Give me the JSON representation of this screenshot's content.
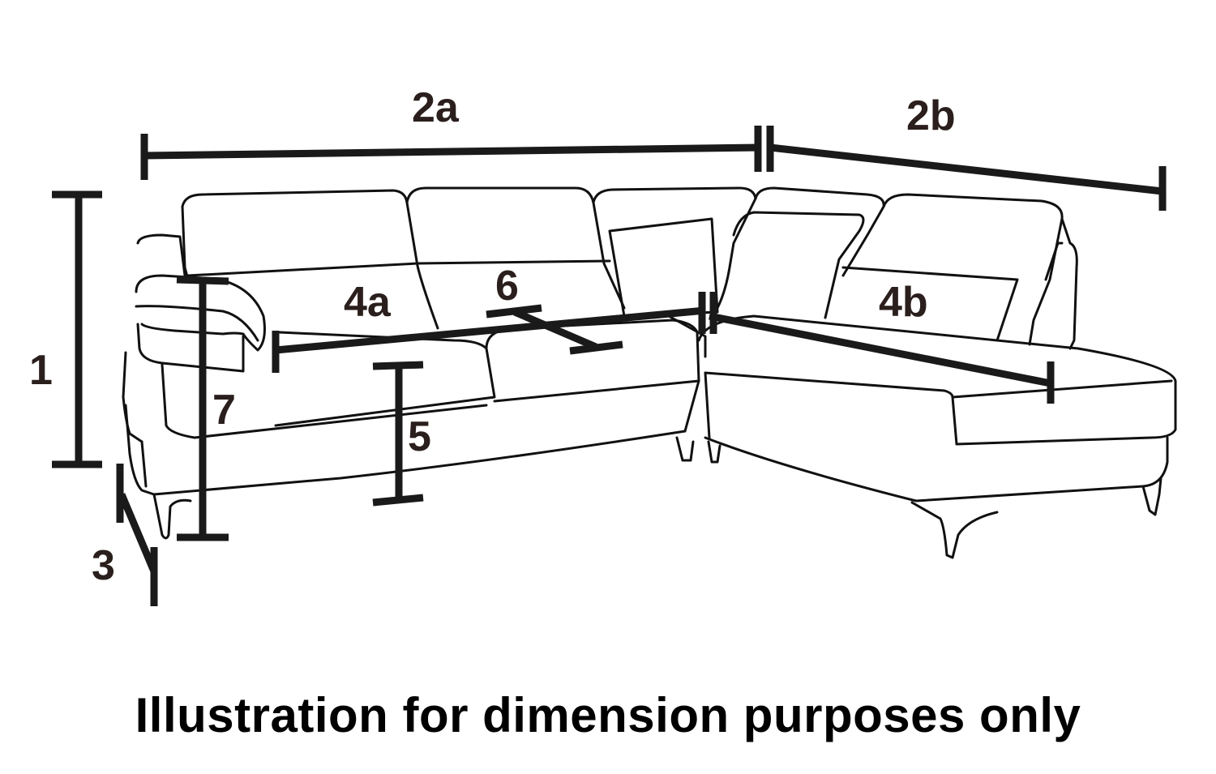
{
  "labels": {
    "one": "1",
    "two_a": "2a",
    "two_b": "2b",
    "three": "3",
    "four_a": "4a",
    "four_b": "4b",
    "five": "5",
    "six": "6",
    "seven": "7"
  },
  "caption": "Illustration for dimension purposes only",
  "colors": {
    "ink": "#1a1a1a",
    "background": "#ffffff"
  }
}
